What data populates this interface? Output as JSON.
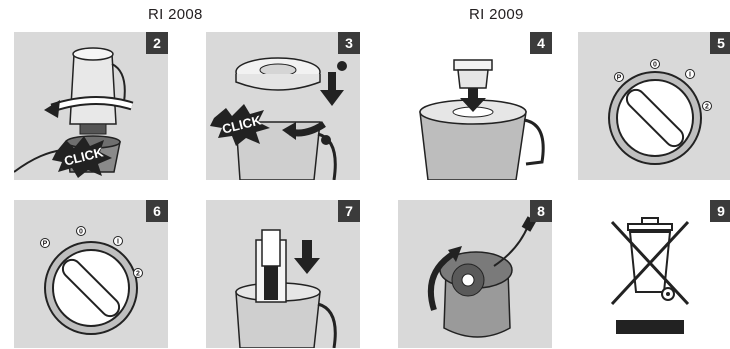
{
  "headers": {
    "left_model": "RI 2008",
    "right_model": "RI 2009"
  },
  "steps": [
    {
      "number": "2",
      "click_label": "CLICK"
    },
    {
      "number": "3",
      "click_label": "CLICK"
    },
    {
      "number": "4"
    },
    {
      "number": "5",
      "dial_labels": [
        "P",
        "0",
        "I",
        "2"
      ]
    },
    {
      "number": "6",
      "dial_labels": [
        "P",
        "0",
        "I",
        "2"
      ]
    },
    {
      "number": "7"
    },
    {
      "number": "8"
    },
    {
      "number": "9"
    }
  ]
}
